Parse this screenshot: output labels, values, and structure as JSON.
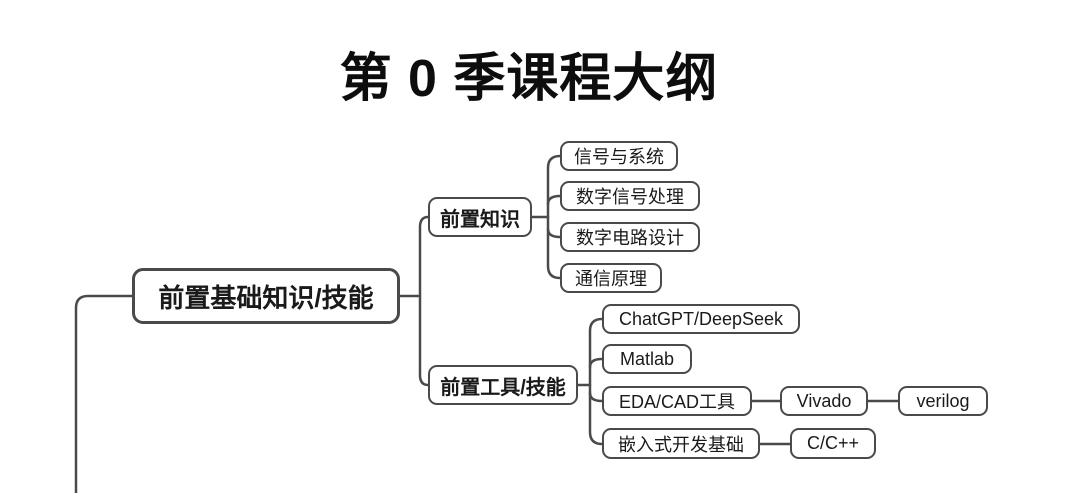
{
  "title": "第 0 季课程大纲",
  "colors": {
    "background": "#ffffff",
    "line": "#4a4a4a",
    "box_border": "#4a4a4a",
    "box_fill": "#ffffff",
    "text": "#1a1a1a"
  },
  "mindmap": {
    "root": {
      "label": "前置基础知识/技能"
    },
    "branches": [
      {
        "label": "前置知识",
        "children": [
          {
            "label": "信号与系统"
          },
          {
            "label": "数字信号处理"
          },
          {
            "label": "数字电路设计"
          },
          {
            "label": "通信原理"
          }
        ]
      },
      {
        "label": "前置工具/技能",
        "children": [
          {
            "label": "ChatGPT/DeepSeek"
          },
          {
            "label": "Matlab"
          },
          {
            "label": "EDA/CAD工具",
            "children": [
              {
                "label": "Vivado",
                "children": [
                  {
                    "label": "verilog"
                  }
                ]
              }
            ]
          },
          {
            "label": "嵌入式开发基础",
            "children": [
              {
                "label": "C/C++"
              }
            ]
          }
        ]
      }
    ]
  }
}
